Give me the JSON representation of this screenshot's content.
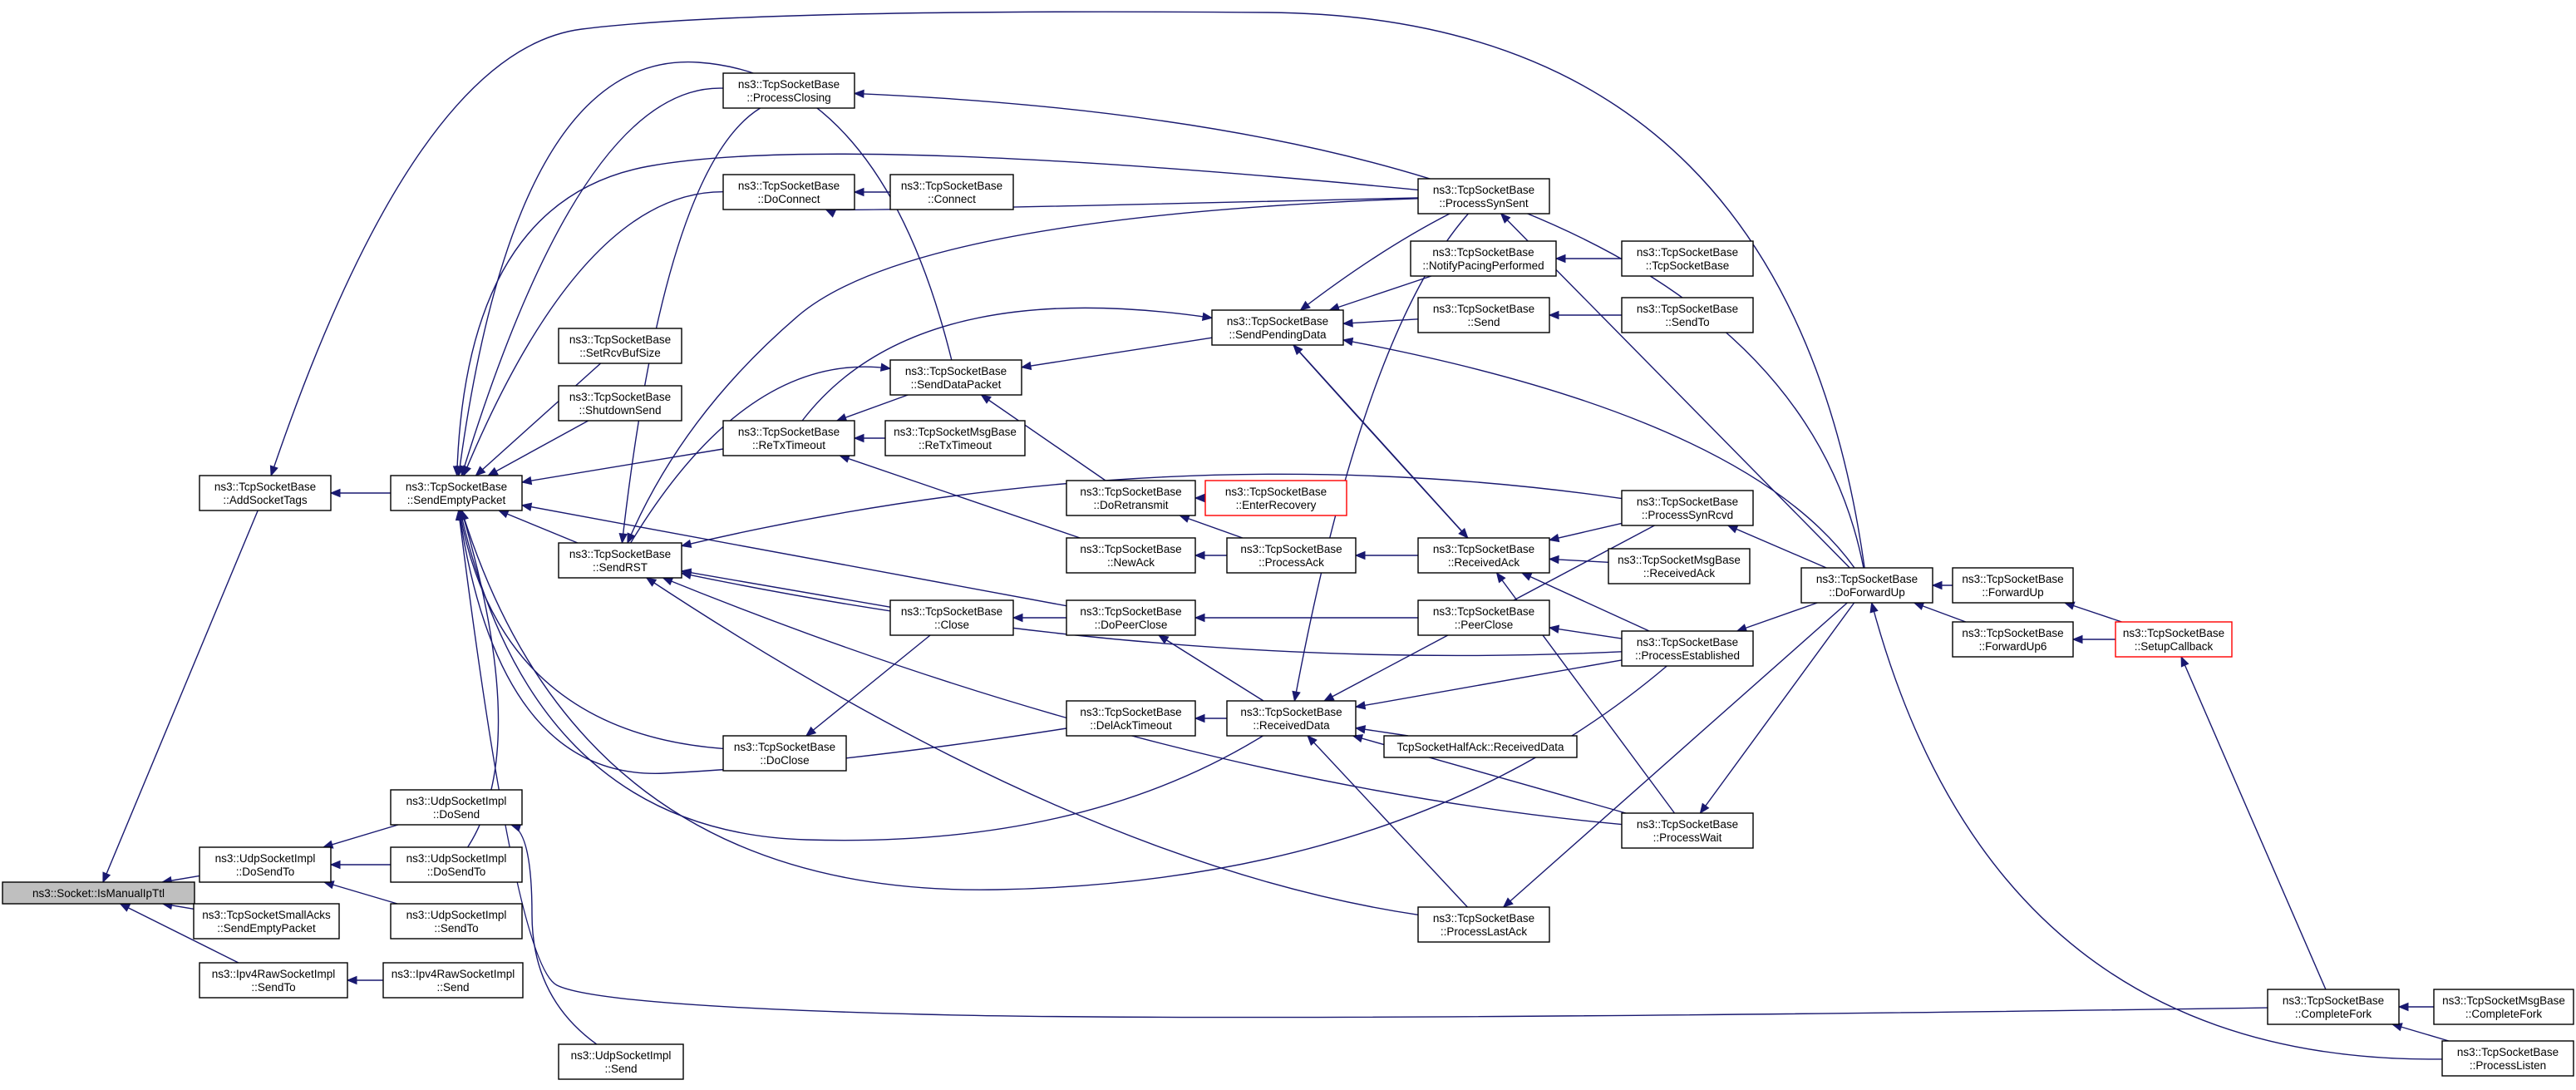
{
  "colors": {
    "edge": "#191970",
    "root_fill": "#bfbfbf",
    "truncated_border": "#ff0000"
  },
  "nodes": {
    "root": {
      "lines": [
        "ns3::Socket::IsManualIpTtl"
      ]
    },
    "addSocketTags": {
      "lines": [
        "ns3::TcpSocketBase",
        "::AddSocketTags"
      ]
    },
    "sendEmptyPacket": {
      "lines": [
        "ns3::TcpSocketBase",
        "::SendEmptyPacket"
      ]
    },
    "udpDoSendTo": {
      "lines": [
        "ns3::UdpSocketImpl",
        "::DoSendTo"
      ]
    },
    "smallAcksSendEmpty": {
      "lines": [
        "ns3::TcpSocketSmallAcks",
        "::SendEmptyPacket"
      ]
    },
    "ipv4RawSendTo": {
      "lines": [
        "ns3::Ipv4RawSocketImpl",
        "::SendTo"
      ]
    },
    "ipv4RawSend": {
      "lines": [
        "ns3::Ipv4RawSocketImpl",
        "::Send"
      ]
    },
    "udpDoSend": {
      "lines": [
        "ns3::UdpSocketImpl",
        "::DoSend"
      ]
    },
    "udpDoSendTo2": {
      "lines": [
        "ns3::UdpSocketImpl",
        "::DoSendTo"
      ]
    },
    "udpSendTo": {
      "lines": [
        "ns3::UdpSocketImpl",
        "::SendTo"
      ]
    },
    "udpSend": {
      "lines": [
        "ns3::UdpSocketImpl",
        "::Send"
      ]
    },
    "processClosing": {
      "lines": [
        "ns3::TcpSocketBase",
        "::ProcessClosing"
      ]
    },
    "doConnect": {
      "lines": [
        "ns3::TcpSocketBase",
        "::DoConnect"
      ]
    },
    "connect": {
      "lines": [
        "ns3::TcpSocketBase",
        "::Connect"
      ]
    },
    "setRcvBufSize": {
      "lines": [
        "ns3::TcpSocketBase",
        "::SetRcvBufSize"
      ]
    },
    "shutdownSend": {
      "lines": [
        "ns3::TcpSocketBase",
        "::ShutdownSend"
      ]
    },
    "reTxTimeout": {
      "lines": [
        "ns3::TcpSocketBase",
        "::ReTxTimeout"
      ]
    },
    "sendRST": {
      "lines": [
        "ns3::TcpSocketBase",
        "::SendRST"
      ]
    },
    "doClose": {
      "lines": [
        "ns3::TcpSocketBase",
        "::DoClose"
      ]
    },
    "sendDataPacket": {
      "lines": [
        "ns3::TcpSocketBase",
        "::SendDataPacket"
      ]
    },
    "msgReTxTimeout": {
      "lines": [
        "ns3::TcpSocketMsgBase",
        "::ReTxTimeout"
      ]
    },
    "close": {
      "lines": [
        "ns3::TcpSocketBase",
        "::Close"
      ]
    },
    "doRetransmit": {
      "lines": [
        "ns3::TcpSocketBase",
        "::DoRetransmit"
      ]
    },
    "enterRecovery": {
      "lines": [
        "ns3::TcpSocketBase",
        "::EnterRecovery"
      ]
    },
    "newAck": {
      "lines": [
        "ns3::TcpSocketBase",
        "::NewAck"
      ]
    },
    "processAck": {
      "lines": [
        "ns3::TcpSocketBase",
        "::ProcessAck"
      ]
    },
    "doPeerClose": {
      "lines": [
        "ns3::TcpSocketBase",
        "::DoPeerClose"
      ]
    },
    "delAckTimeout": {
      "lines": [
        "ns3::TcpSocketBase",
        "::DelAckTimeout"
      ]
    },
    "sendPendingData": {
      "lines": [
        "ns3::TcpSocketBase",
        "::SendPendingData"
      ]
    },
    "receivedData": {
      "lines": [
        "ns3::TcpSocketBase",
        "::ReceivedData"
      ]
    },
    "processSynSent": {
      "lines": [
        "ns3::TcpSocketBase",
        "::ProcessSynSent"
      ]
    },
    "notifyPacing": {
      "lines": [
        "ns3::TcpSocketBase",
        "::NotifyPacingPerformed"
      ]
    },
    "send": {
      "lines": [
        "ns3::TcpSocketBase",
        "::Send"
      ]
    },
    "receivedAck": {
      "lines": [
        "ns3::TcpSocketBase",
        "::ReceivedAck"
      ]
    },
    "peerClose": {
      "lines": [
        "ns3::TcpSocketBase",
        "::PeerClose"
      ]
    },
    "halfAckReceivedData": {
      "lines": [
        "TcpSocketHalfAck::ReceivedData"
      ]
    },
    "processLastAck": {
      "lines": [
        "ns3::TcpSocketBase",
        "::ProcessLastAck"
      ]
    },
    "tcpSocketBaseCtor": {
      "lines": [
        "ns3::TcpSocketBase",
        "::TcpSocketBase"
      ]
    },
    "sendTo": {
      "lines": [
        "ns3::TcpSocketBase",
        "::SendTo"
      ]
    },
    "processSynRcvd": {
      "lines": [
        "ns3::TcpSocketBase",
        "::ProcessSynRcvd"
      ]
    },
    "msgReceivedAck": {
      "lines": [
        "ns3::TcpSocketMsgBase",
        "::ReceivedAck"
      ]
    },
    "processEstablished": {
      "lines": [
        "ns3::TcpSocketBase",
        "::ProcessEstablished"
      ]
    },
    "processWait": {
      "lines": [
        "ns3::TcpSocketBase",
        "::ProcessWait"
      ]
    },
    "doForwardUp": {
      "lines": [
        "ns3::TcpSocketBase",
        "::DoForwardUp"
      ]
    },
    "forwardUp": {
      "lines": [
        "ns3::TcpSocketBase",
        "::ForwardUp"
      ]
    },
    "forwardUp6": {
      "lines": [
        "ns3::TcpSocketBase",
        "::ForwardUp6"
      ]
    },
    "setupCallback": {
      "lines": [
        "ns3::TcpSocketBase",
        "::SetupCallback"
      ]
    },
    "completeFork": {
      "lines": [
        "ns3::TcpSocketBase",
        "::CompleteFork"
      ]
    },
    "msgCompleteFork": {
      "lines": [
        "ns3::TcpSocketMsgBase",
        "::CompleteFork"
      ]
    },
    "processListen": {
      "lines": [
        "ns3::TcpSocketBase",
        "::ProcessListen"
      ]
    }
  }
}
